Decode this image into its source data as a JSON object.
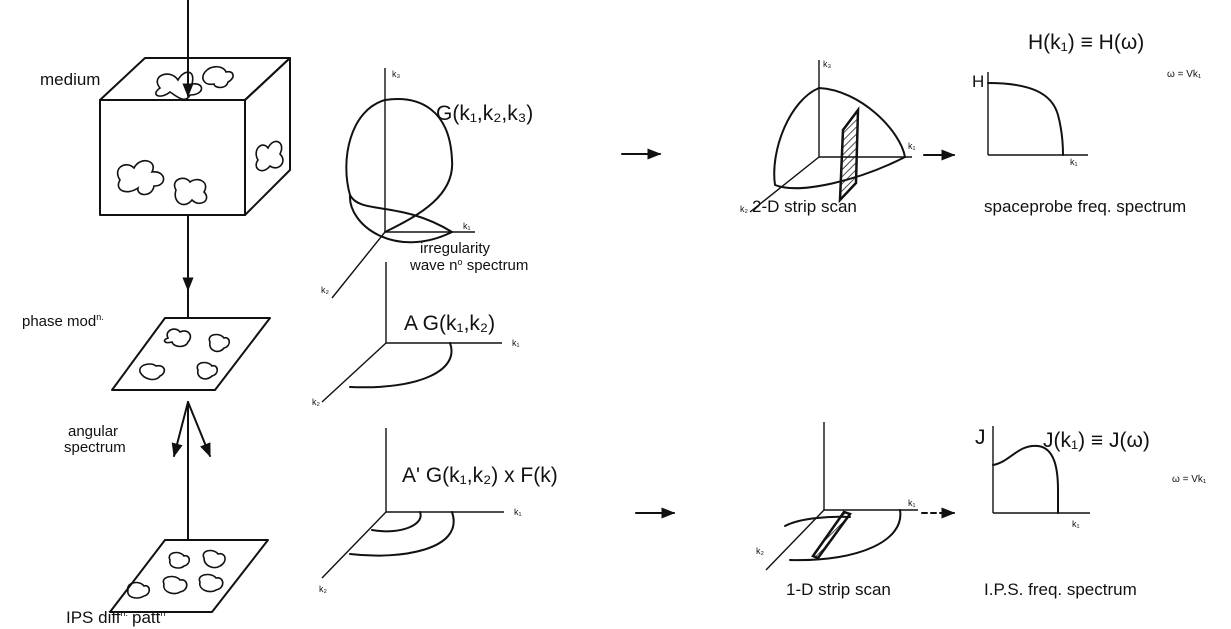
{
  "labels": {
    "medium": "medium",
    "phase_mod": "phase  mod",
    "phase_mod_sup": "n.",
    "angular_spectrum_1": "angular",
    "angular_spectrum_2": "spectrum",
    "ips_diff_patt": "IPS  diff",
    "ips_diff_sup": "n.",
    "ips_patt": "patt",
    "ips_patt_sup": "n"
  },
  "panel_g3": {
    "formula": "G(k₁,k₂,k₃)",
    "caption_1": "irregularity",
    "caption_2": "wave n",
    "caption_2_sup": "o",
    "caption_2_rest": " spectrum",
    "axis_k1": "k₁",
    "axis_k2": "k₂",
    "axis_k3": "k₃"
  },
  "panel_ag": {
    "formula": "A G(k₁,k₂)",
    "axis_k1": "k₁",
    "axis_k2": "k₂"
  },
  "panel_agf": {
    "formula": "A' G(k₁,k₂) x F(k)",
    "axis_k1": "k₁",
    "axis_k2": "k₂"
  },
  "panel_strip2d": {
    "caption": "2-D strip scan",
    "axis_k1": "k₁",
    "axis_k2": "k₂",
    "axis_k3": "k₃"
  },
  "panel_strip1d": {
    "caption": "1-D strip scan",
    "axis_k1": "k₁",
    "axis_k2": "k₂"
  },
  "panel_h": {
    "formula": "H(k₁)  ≡ H(ω)",
    "omega_rel": "ω = Vk₁",
    "axis_y": "H",
    "axis_x": "k₁",
    "caption": "spaceprobe  freq.  spectrum"
  },
  "panel_j": {
    "formula": "J(k₁)  ≡ J(ω)",
    "omega_rel": "ω = Vk₁",
    "axis_y": "J",
    "axis_x": "k₁",
    "caption": "I.P.S.  freq.  spectrum"
  }
}
